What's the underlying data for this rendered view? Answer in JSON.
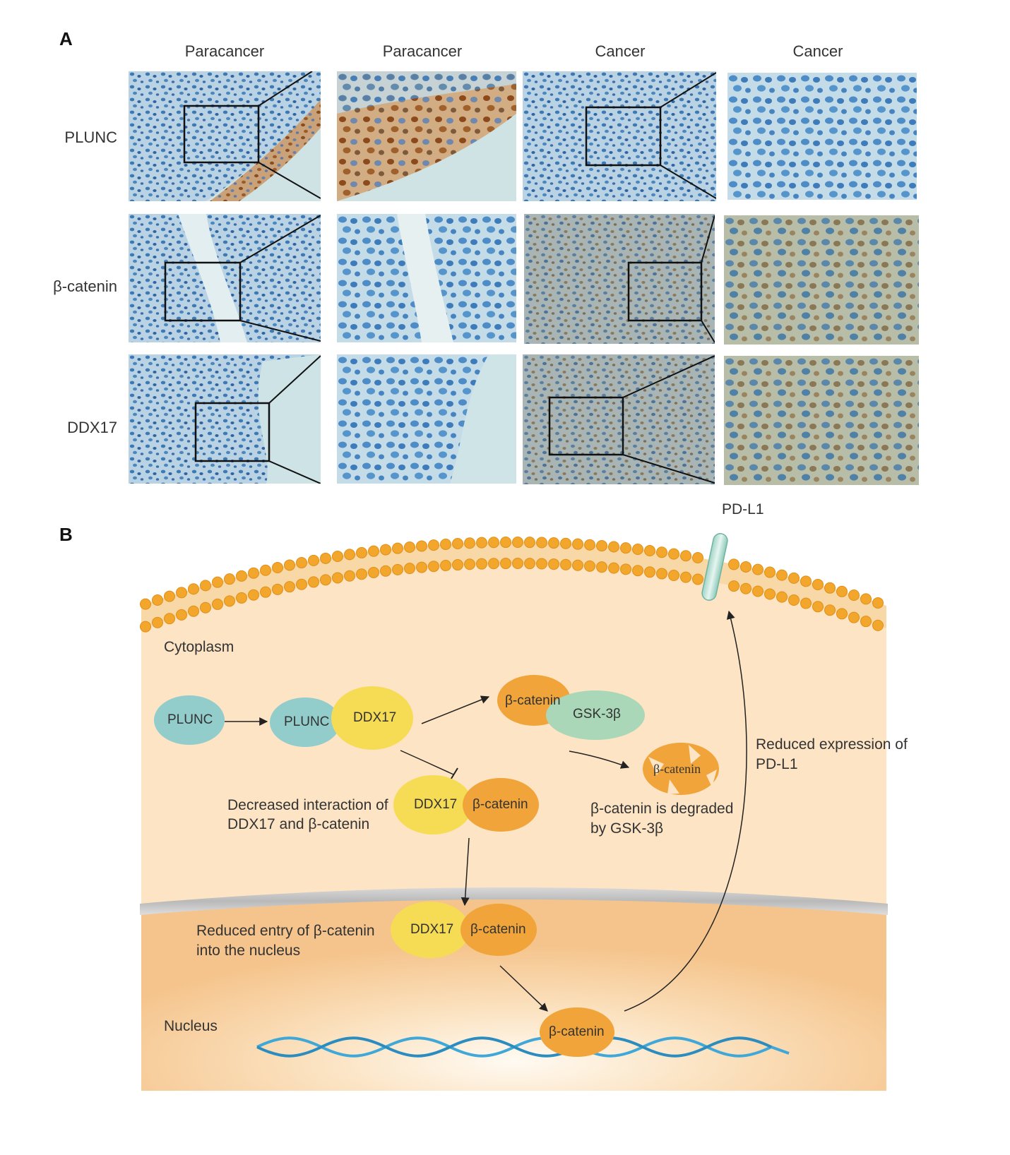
{
  "panel_a": {
    "letter": "A",
    "columns": [
      "Paracancer",
      "Paracancer",
      "Cancer",
      "Cancer"
    ],
    "rows": [
      "PLUNC",
      "β-catenin",
      "DDX17"
    ]
  },
  "panel_b": {
    "letter": "B",
    "pdl1": "PD-L1",
    "cytoplasm": "Cytoplasm",
    "nucleus": "Nucleus",
    "molecules": {
      "plunc_free": "PLUNC",
      "plunc_bound": "PLUNC",
      "ddx17_bound": "DDX17",
      "bcat_gsk": "β-catenin",
      "gsk": "GSK-3β",
      "bcat_degraded": "β-catenin",
      "ddx17_mid": "DDX17",
      "bcat_mid": "β-catenin",
      "ddx17_nuc": "DDX17",
      "bcat_nuc": "β-catenin",
      "bcat_dna": "β-catenin"
    },
    "labels": {
      "decreased_1": "Decreased interaction of",
      "decreased_2": "DDX17 and β-catenin",
      "degraded_1": "β-catenin is degraded",
      "degraded_2": "by GSK-3β",
      "reduced_pdl1_1": "Reduced expression of",
      "reduced_pdl1_2": "PD-L1",
      "reduced_entry_1": "Reduced entry of β-catenin",
      "reduced_entry_2": "into the nucleus"
    },
    "colors": {
      "plunc": "#92cdcb",
      "ddx17": "#f6dc55",
      "bcatenin": "#f0a43a",
      "gsk": "#a9d7b8",
      "membrane": "#f2a62c",
      "cytoplasm": "#fde4c4",
      "nucleus": "#f6c48b",
      "dna": "#3fa8d8"
    }
  }
}
